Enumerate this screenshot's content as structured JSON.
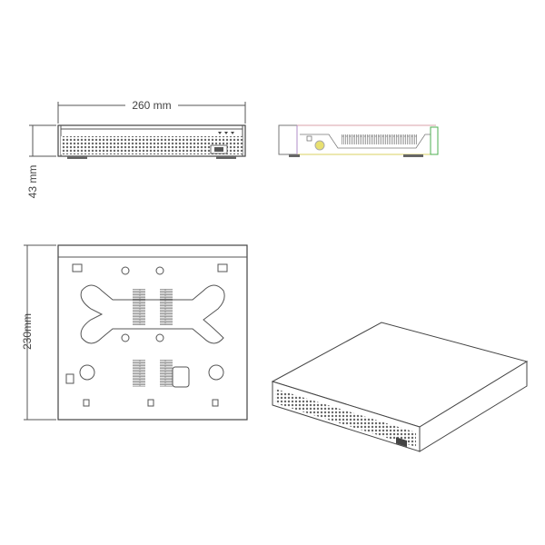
{
  "dimensions": {
    "width_label": "260 mm",
    "height_label": "43 mm",
    "depth_label": "230mm"
  },
  "views": [
    "front-view",
    "side-view",
    "bottom-view",
    "isometric-view"
  ],
  "colors": {
    "line": "#555555",
    "side_top_edge": "#d9a0a8",
    "side_bottom_edge": "#d8d060",
    "side_right_edge": "#4caf50",
    "side_left_edge": "#b08cc8",
    "connector": "#e0d870"
  }
}
